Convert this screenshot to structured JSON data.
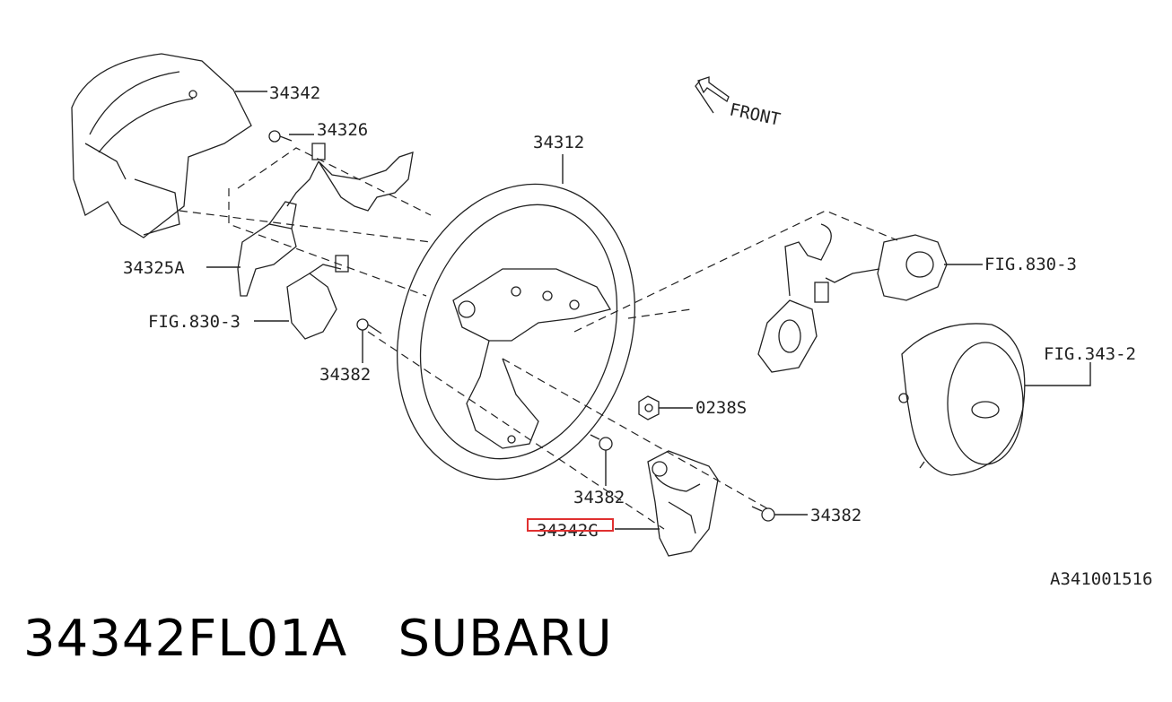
{
  "callouts": {
    "c34342": "34342",
    "c34326": "34326",
    "c34312": "34312",
    "c34325A": "34325A",
    "fig830_left": "FIG.830-3",
    "c34382_left": "34382",
    "fig830_right": "FIG.830-3",
    "fig343": "FIG.343-2",
    "c02385": "0238S",
    "c34382_mid": "34382",
    "c34382_right": "34382",
    "c34342G": "34342G"
  },
  "front_label": "FRONT",
  "diagram_id": "A341001516",
  "footer": {
    "part_number": "34342FL01A",
    "brand": "SUBARU"
  },
  "colors": {
    "highlight": "#e03030",
    "ink": "#222222"
  }
}
